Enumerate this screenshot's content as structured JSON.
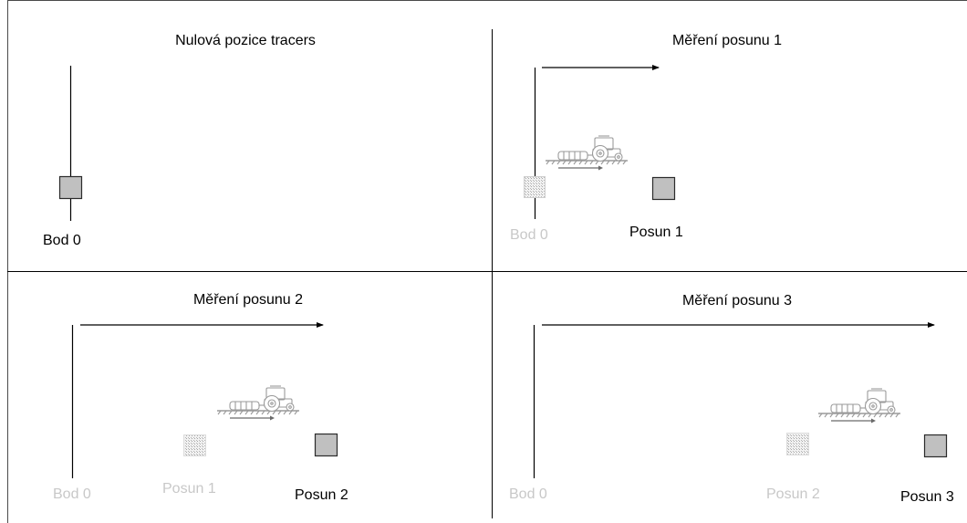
{
  "colors": {
    "line": "#000000",
    "frame": "#4a4a4a",
    "square_fill": "#c0c0c0",
    "square_stroke": "#2b2b2b",
    "faded_text": "#c8c8c8",
    "hatch": "#bdbdbd"
  },
  "panels": {
    "p0": {
      "title": "Nulová pozice tracers",
      "bod": "Bod 0"
    },
    "p1": {
      "title": "Měření posunu 1",
      "bod": "Bod 0",
      "posun": "Posun 1"
    },
    "p2": {
      "title": "Měření posunu 2",
      "bod": "Bod 0",
      "posun_prev": "Posun 1",
      "posun": "Posun 2"
    },
    "p3": {
      "title": "Měření posunu 3",
      "bod": "Bod 0",
      "posun_prev": "Posun 2",
      "posun": "Posun 3"
    }
  },
  "icons": [
    "tractor-with-tool-icon"
  ]
}
